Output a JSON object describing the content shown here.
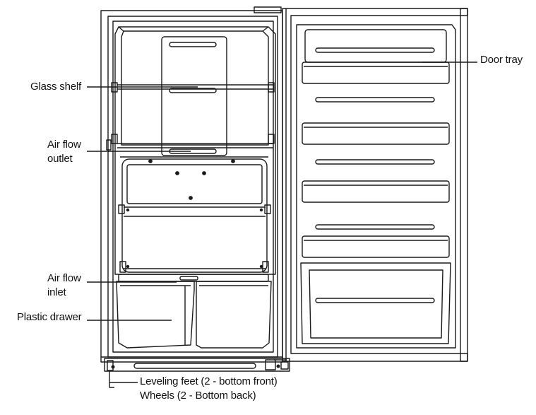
{
  "labels": {
    "glass_shelf": "Glass shelf",
    "air_flow_outlet": [
      "Air flow",
      "outlet"
    ],
    "air_flow_inlet": [
      "Air flow",
      "inlet"
    ],
    "plastic_drawer": "Plastic drawer",
    "door_tray": "Door tray",
    "leveling_feet": "Leveling feet (2 - bottom front)",
    "wheels": "Wheels (2 - Bottom back)"
  },
  "colors": {
    "line": "#1a1a1a",
    "background": "#ffffff"
  }
}
